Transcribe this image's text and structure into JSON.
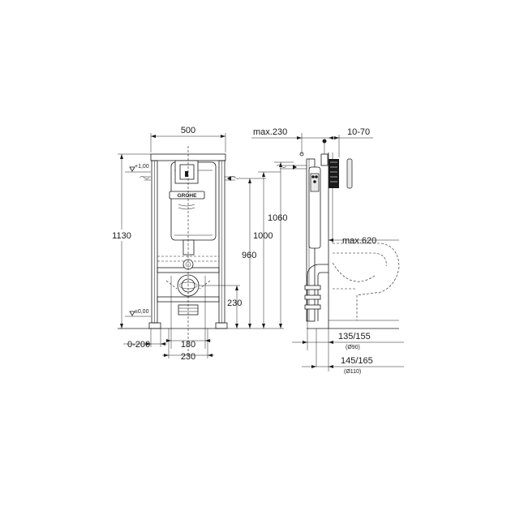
{
  "front_view": {
    "width_label": "500",
    "height_label": "1130",
    "level_top": "+1,00",
    "level_floor": "±0,00",
    "dim_960": "960",
    "dim_1000": "1000",
    "dim_1060": "1060",
    "dim_230_height": "230",
    "dim_0_200": "0-200",
    "dim_180": "180",
    "dim_230_width": "230",
    "brand_text": "GROHE"
  },
  "side_view": {
    "max_230": "max.230",
    "range_10_70": "10-70",
    "max_620": "max.620",
    "dim_135_155": "135/155",
    "dim_90": "(Ø90)",
    "dim_145_165": "145/165",
    "dim_110": "(Ø110)"
  }
}
